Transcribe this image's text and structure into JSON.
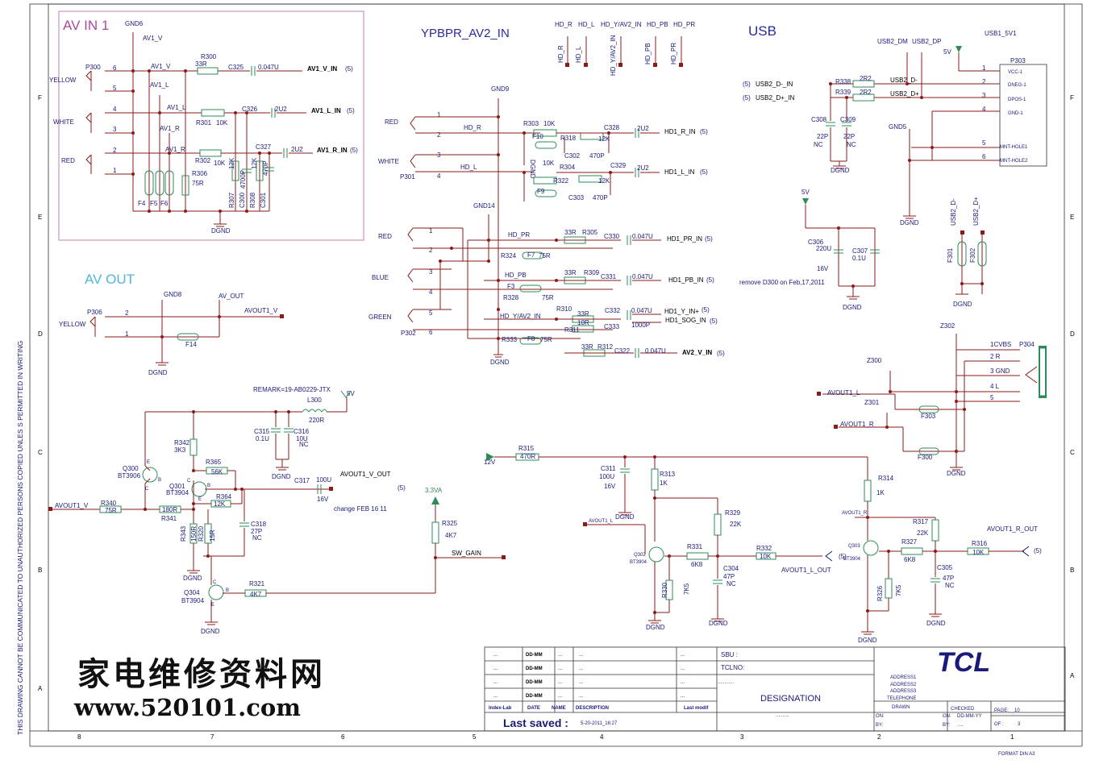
{
  "sections": {
    "av_in": "AV IN 1",
    "ypbpr": "YPBPR_AV2_IN",
    "usb": "USB",
    "av_out": "AV OUT"
  },
  "colors": {
    "wire": "#8b1a1a",
    "part": "#2e8b57",
    "label": "#1a1a7a",
    "av_in_title": "#b0479c",
    "av_out_title": "#4fb6d8",
    "section_title": "#2a2aa0"
  },
  "av_in": {
    "gnd6": "GND6",
    "av1_v": "AV1_V",
    "av1_l": "AV1_L",
    "av1_r": "AV1_R",
    "p300": "P300",
    "yellow": "YELLOW",
    "white": "WHITE",
    "red": "RED",
    "pin6": "6",
    "pin5": "5",
    "pin4": "4",
    "pin3": "3",
    "pin2": "2",
    "pin1": "1",
    "r300": "R300",
    "r300_val": "33R",
    "c325": "C325",
    "c325_val": "0.047U",
    "av1_v_in": "AV1_V_IN",
    "ref5a": "(5)",
    "c326": "C326",
    "c326_val": "2U2",
    "r301": "R301",
    "r301_val": "10K",
    "av1_l_in": "AV1_L_IN",
    "ref5b": "(5)",
    "r302": "R302",
    "r302_val": "10K",
    "c327": "C327",
    "c327_val": "2U2",
    "av1_r_in": "AV1_R_IN",
    "ref5c": "(5)",
    "r306": "R306",
    "r306_val": "75R",
    "f4": "F4",
    "f5": "F5",
    "f6": "F6",
    "r307": "R307",
    "c300": "C300",
    "r308": "R308",
    "c301": "C301",
    "v12k_a": "12K",
    "v4700p_a": "4700P",
    "v12k_b": "12K",
    "v470p": "470P",
    "dgnd": "DGND"
  },
  "av_out": {
    "gnd8": "GND8",
    "av_out_net": "AV_OUT",
    "avout1_v": "AVOUT1_V",
    "p306": "P306",
    "yellow": "YELLOW",
    "pin2": "2",
    "pin1": "1",
    "f14": "F14",
    "dgnd": "DGND"
  },
  "ypbpr": {
    "hd_r": "HD_R",
    "hd_l": "HD_L",
    "hd_y_av2_in": "HD_Y/AV2_IN",
    "hd_pb": "HD_PB",
    "hd_pr": "HD_PR",
    "gnd9": "GND9",
    "gnd14": "GND14",
    "red": "RED",
    "white": "WHITE",
    "p301": "P301",
    "pin1": "1",
    "pin2": "2",
    "pin3": "3",
    "pin4": "4",
    "pin5": "5",
    "pin6": "6",
    "r303": "R303",
    "r303_val": "10K",
    "f10": "F10",
    "r318": "R318",
    "v12k": "12K",
    "c328": "C328",
    "c328_val": "2U2",
    "c302": "C302",
    "v470p": "470P",
    "hd1_r_in": "HD1_R_IN",
    "ref5": "(5)",
    "dgnd": "DGND",
    "r304": "R304",
    "r304_val": "10K",
    "f9": "F9",
    "r322": "R322",
    "c329": "C329",
    "c329_val": "2U2",
    "c303": "C303",
    "hd1_l_in": "HD1_L_IN",
    "red2": "RED",
    "blue": "BLUE",
    "green": "GREEN",
    "p302": "P302",
    "r305": "R305",
    "v33r": "33R",
    "c330": "C330",
    "v0047u": "0.047U",
    "hd1_pr_in": "HD1_PR_IN",
    "r324": "R324",
    "f7": "F7",
    "v75r": "75R",
    "r309": "R309",
    "c331": "C331",
    "hd1_pb_in": "HD1_PB_IN",
    "f3": "F3",
    "r328": "R328",
    "r310": "R310",
    "c332": "C332",
    "v10r": "10R",
    "c333": "C333",
    "v1000p": "1000P",
    "hd1_y_in": "HD1_Y_IN+",
    "hd1_sog_in": "HD1_SOG_IN",
    "r311": "R311",
    "r333": "R333",
    "f8": "F8",
    "r312": "R312",
    "c322": "C322",
    "av2_v_in": "AV2_V_IN"
  },
  "usb": {
    "usb2_dm": "USB2_DM",
    "usb2_dp": "USB2_DP",
    "usb1_5v1": "USB1_5V1",
    "v5": "5V",
    "p303": "P303",
    "usb2_d_minus_in": "USB2_D-_IN",
    "usb2_d_plus_in": "USB2_D+_IN",
    "ref5": "(5)",
    "r338": "R338",
    "r339": "R339",
    "v2r2": "2R2",
    "usb2_d_minus": "USB2_D-",
    "usb2_d_plus": "USB2_D+",
    "c308": "C308",
    "c309": "C309",
    "v22p": "22P",
    "nc": "NC",
    "dgnd": "DGND",
    "gnd5": "GND5",
    "vcc1": "VCC-1",
    "dneg1": "DNEG-1",
    "dpos1": "DPOS-1",
    "gnd1": "GND-1",
    "mnt1": "MNT-HOLE1",
    "mnt2": "MNT-HOLE2",
    "p1": "1",
    "p2": "2",
    "p3": "3",
    "p4": "4",
    "p5": "5",
    "p6": "6",
    "usb2_d_minus_v": "USB2_D-",
    "usb2_d_plus_v": "USB2_D+",
    "f301": "F301",
    "f302": "F302",
    "c306": "C306",
    "c306_val": "220U",
    "c306_v": "16V",
    "c307": "C307",
    "c307_val": "0.1U",
    "remove_note": "remove D300 on Feb,17,2011"
  },
  "cvbs": {
    "z302": "Z302",
    "z300": "Z300",
    "z301": "Z301",
    "p304": "P304",
    "cvbs1": "1CVBS",
    "r2": "2  R",
    "gnd3": "3  GND",
    "l4": "4     L",
    "p5": "5",
    "avout1_l": "AVOUT1_L",
    "avout1_r": "AVOUT1_R",
    "f303": "F303",
    "f300": "F300",
    "dgnd": "DGND"
  },
  "amp": {
    "remark": "REMARK=19-AB0229-JTX",
    "v5": "5V",
    "l300": "L300",
    "l300_val": "220R",
    "c315": "C315",
    "c315_val": "0.1U",
    "c316": "C316",
    "c316_val": "10U",
    "nc": "NC",
    "dgnd": "DGND",
    "r342": "R342",
    "r342_val": "3K3",
    "r365": "R365",
    "r365_val": "56K",
    "q300": "Q300",
    "q300_type": "BT3906",
    "q301": "Q301",
    "q301_type": "BT3904",
    "c317": "C317",
    "c317_val": "100U",
    "c317_v": "16V",
    "avout1_v_out": "AVOUT1_V_OUT",
    "ref5": "(5)",
    "change_note": "change FEB 16 11",
    "avout1_v": "AVOUT1_V",
    "r340": "R340",
    "r340_val": "75R",
    "r341": "R341",
    "r341_val": "180R",
    "r364": "R364",
    "r364_val": "12K",
    "c318": "C318",
    "c318_val": "27P",
    "r343": "R343",
    "r343_val": "150R",
    "r320": "R320",
    "r320_val": "15R",
    "q304": "Q304",
    "q304_type": "BT3904",
    "r321": "R321",
    "r321_val": "4K7",
    "v33va": "3.3VA",
    "r325": "R325",
    "r325_val": "4K7",
    "sw_gain": "SW_GAIN",
    "e": "E",
    "b": "B",
    "c": "C"
  },
  "audio": {
    "v12": "12V",
    "r315": "R315",
    "r315_val": "470R",
    "c311": "C311",
    "c311_val": "100U",
    "c311_v": "16V",
    "r313": "R313",
    "r313_val": "1K",
    "avout1_l": "AVOUT1_L",
    "r329": "R329",
    "r329_val": "22K",
    "q302": "Q302",
    "q302_type": "BT3904",
    "r331": "R331",
    "r331_val": "6K8",
    "r332": "R332",
    "r332_val": "10K",
    "avout1_l_out": "AVOUT1_L_OUT",
    "ref5": "(5)",
    "c304": "C304",
    "c304_val": "47P",
    "nc": "NC",
    "r330": "R330",
    "r330_val": "7K5",
    "dgnd": "DGND",
    "r314": "R314",
    "r314_val": "1K",
    "avout1_r": "AVOUT1_R",
    "q303": "Q303",
    "q303_type": "BT3904",
    "r317": "R317",
    "r317_val": "22K",
    "r327": "R327",
    "r327_val": "6K8",
    "avout1_r_out": "AVOUT1_R_OUT",
    "r316": "R316",
    "r316_val": "10K",
    "c305": "C305",
    "c305_val": "47P",
    "r326": "R326",
    "r326_val": "7K5"
  },
  "side_note": "THIS DRAWING CANNOT BE COMMUNICATED TO UNAUTHORIZED PERSONS COPIED UNLES S PERMITTED IN WRITING",
  "watermark": {
    "cn": "家电维修资料网",
    "url": "www.520101.com"
  },
  "title_block": {
    "dots": "...",
    "dd_mm": "DD-MM",
    "sbu": "SBU :",
    "tclno": "TCLNO:",
    "dots_long": "............",
    "designation": "DESIGNATION",
    "designation_dots": "..........",
    "index_lab": "Index-Lab",
    "date": "DATE",
    "name": "NAME",
    "description": "DESCRIPTION",
    "last_modif": "Last modif",
    "last_saved": "Last saved :",
    "saved_time": "5-20-2011_16:27",
    "logo": "TCL",
    "address1": "ADDRESS1",
    "address2": "ADDRESS2",
    "address3": "ADDRESS3",
    "telephone": "TELEPHONE",
    "drawn": "DRAWN",
    "checked": "CHECKED",
    "on": "ON:",
    "by": "BY:",
    "dd_mm_yy": "DD-MM-YY",
    "by_dots": "....",
    "page": "PAGE:",
    "page_num": "10",
    "of": "OF :",
    "of_num": "3",
    "format": "FORMAT DIN A3"
  },
  "grid": {
    "cols": [
      "8",
      "7",
      "6",
      "5",
      "4",
      "3",
      "2",
      "1"
    ],
    "rows": [
      "F",
      "E",
      "D",
      "C",
      "B",
      "A"
    ]
  }
}
